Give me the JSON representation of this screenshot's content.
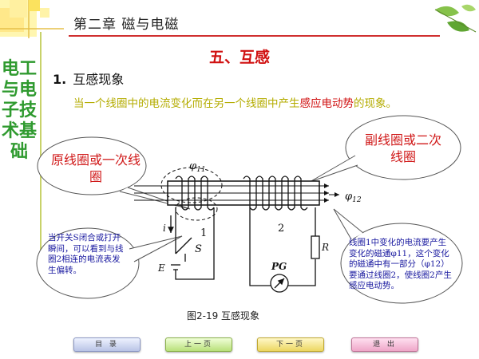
{
  "header": {
    "chapter": "第二章   磁与电磁"
  },
  "sidebar": {
    "title": "电工与电子技术基础"
  },
  "section": {
    "title": "五、互感"
  },
  "subsection": {
    "number": "1.",
    "title": "互感现象"
  },
  "description": {
    "part1": "当一个线圈中的电流变化而在另一个线圈中产生",
    "highlight": "感应电动势",
    "part2": "的现象。"
  },
  "callouts": {
    "primary_coil": "原线圈或一次线圈",
    "secondary_coil": "副线圈或二次线圈",
    "switch_note": "当开关S闭合或打开瞬间，可以看到与线圈2相连的电流表发生偏转。",
    "flux_note": "线圈1中变化的电流要产生变化的磁通φ11，这个变化的磁通中有一部分（φ12）要通过线圈2，使线圈2产生感应电动势。"
  },
  "diagram": {
    "phi11": "φ",
    "phi11_sub": "11",
    "phi12": "φ",
    "phi12_sub": "12",
    "coil1_label": "1",
    "coil2_label": "2",
    "switch_label": "S",
    "current_label": "i",
    "emf_label": "E",
    "resistor_label": "R",
    "meter_label": "PG"
  },
  "figure": {
    "caption": "图2-19  互感现象"
  },
  "nav": {
    "toc": "目 录",
    "prev": "上一页",
    "next": "下一页",
    "exit": "退 出"
  },
  "colors": {
    "title_red": "#d01010",
    "sidebar_green": "#2f9a2f",
    "desc_olive": "#b4ac00",
    "note_blue": "#1a1aa0"
  }
}
